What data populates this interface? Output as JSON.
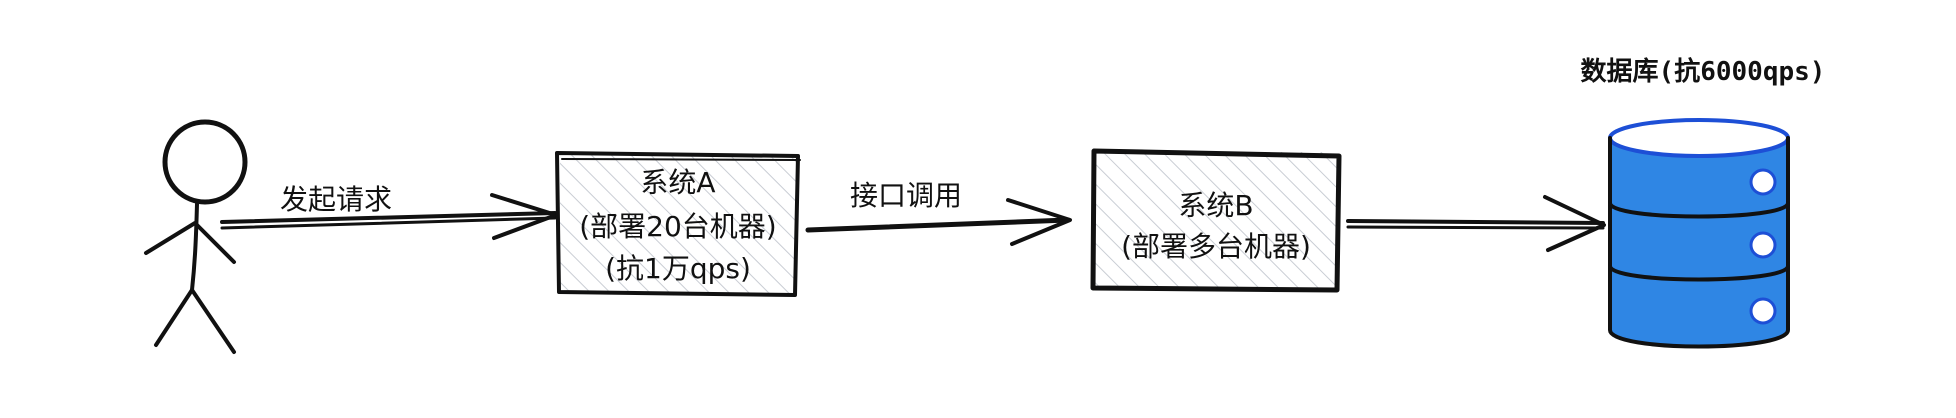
{
  "diagram": {
    "user": {
      "edge_label": "发起请求"
    },
    "system_a": {
      "line1": "系统A",
      "line2": "(部署20台机器)",
      "line3": "(抗1万qps)"
    },
    "call_label": "接口调用",
    "system_b": {
      "line1": "系统B",
      "line2": "(部署多台机器)"
    },
    "database": {
      "label": "数据库(抗6000qps)",
      "color": "#2f86e4",
      "stroke": "#1d4fd6"
    },
    "colors": {
      "ink": "#111111",
      "hatch": "#c9cdd4",
      "box_fill": "#f4f5f7"
    }
  }
}
